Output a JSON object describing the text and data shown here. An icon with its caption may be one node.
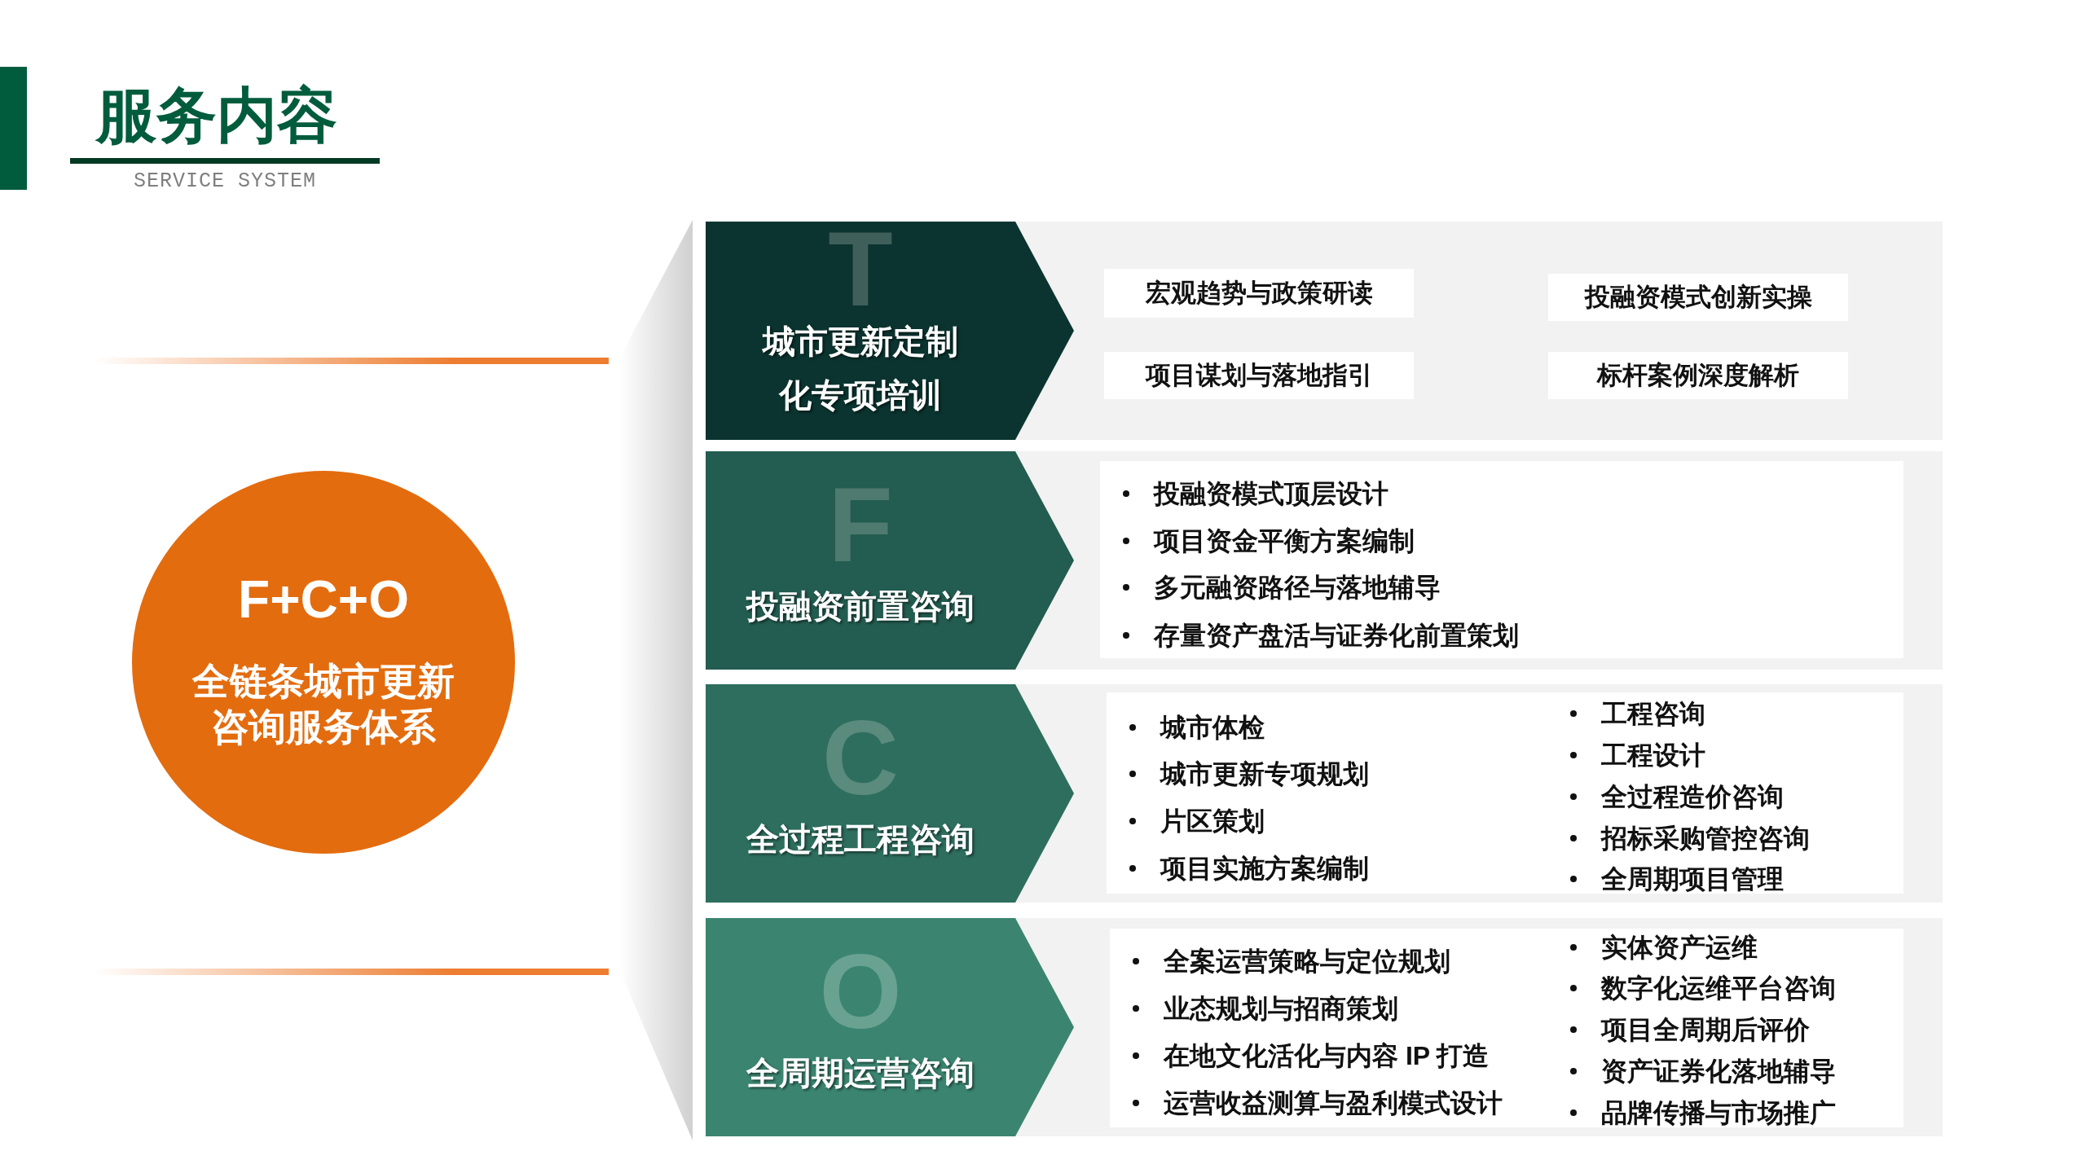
{
  "diagram": {
    "title": "服务内容",
    "nodes": [
      {
        "text": [
          "F+C+O",
          "全链条城市更新咨询服务体系"
        ]
      },
      {
        "text": [
          "T",
          "城市更新定制化专项培训"
        ]
      },
      {
        "text": [
          "宏观趋势与政策研读"
        ]
      },
      {
        "text": [
          "投融资模式创新实操"
        ]
      },
      {
        "text": [
          "项目谋划与落地指引"
        ]
      },
      {
        "text": [
          "标杆案例深度解析"
        ]
      },
      {
        "text": [
          "F",
          "投融资前置咨询"
        ]
      },
      {
        "text": [
          "投融资模式顶层设计",
          "项目资金平衡方案编制",
          "多元融资路径与落地辅导",
          "存量资产盘活与证券化前置策划"
        ]
      },
      {
        "text": [
          "C",
          "全过程工程咨询"
        ]
      },
      {
        "text": [
          "城市体检",
          "城市更新专项规划",
          "片区策划",
          "项目实施方案编制",
          "工程咨询",
          "工程设计",
          "全过程造价咨询",
          "招标采购管控咨询",
          "全周期项目管理"
        ]
      },
      {
        "text": [
          "O",
          "全周期运营咨询"
        ]
      },
      {
        "text": [
          "全案运营策略与定位规划",
          "业态规划与招商策划",
          "在地文化活化与内容 IP 打造",
          "运营收益测算与盈利模式设计",
          "实体资产运维",
          "数字化运维平台咨询",
          "项目全周期后评价",
          "资产证券化落地辅导",
          "品牌传播与市场推广"
        ]
      }
    ],
    "labels": [
      "SERVICE SYSTEM"
    ]
  }
}
